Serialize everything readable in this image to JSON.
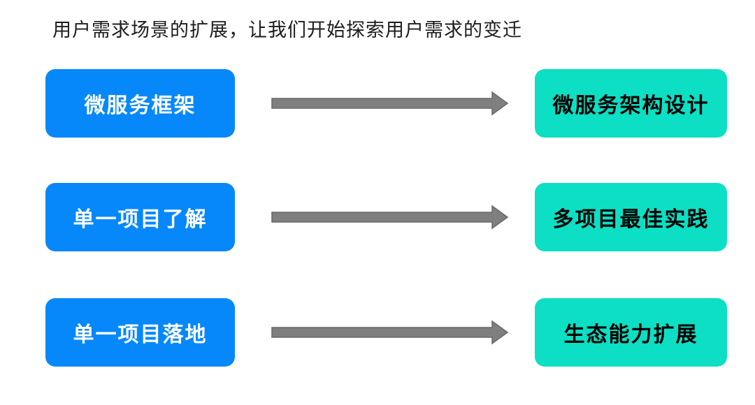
{
  "title": "用户需求场景的扩展，让我们开始探索用户需求的变迁",
  "rows": [
    {
      "source": "微服务框架",
      "target": "微服务架构设计"
    },
    {
      "source": "单一项目了解",
      "target": "多项目最佳实践"
    },
    {
      "source": "单一项目落地",
      "target": "生态能力扩展"
    }
  ],
  "colors": {
    "background": "#ffffff",
    "title_text": "#1c1c1c",
    "source_fill": "#0688fa",
    "source_text": "#ffffff",
    "target_fill": "#0cdfc4",
    "target_text": "#000000",
    "arrow_fill": "#7f7f7f",
    "arrow_stroke": "#696969"
  }
}
